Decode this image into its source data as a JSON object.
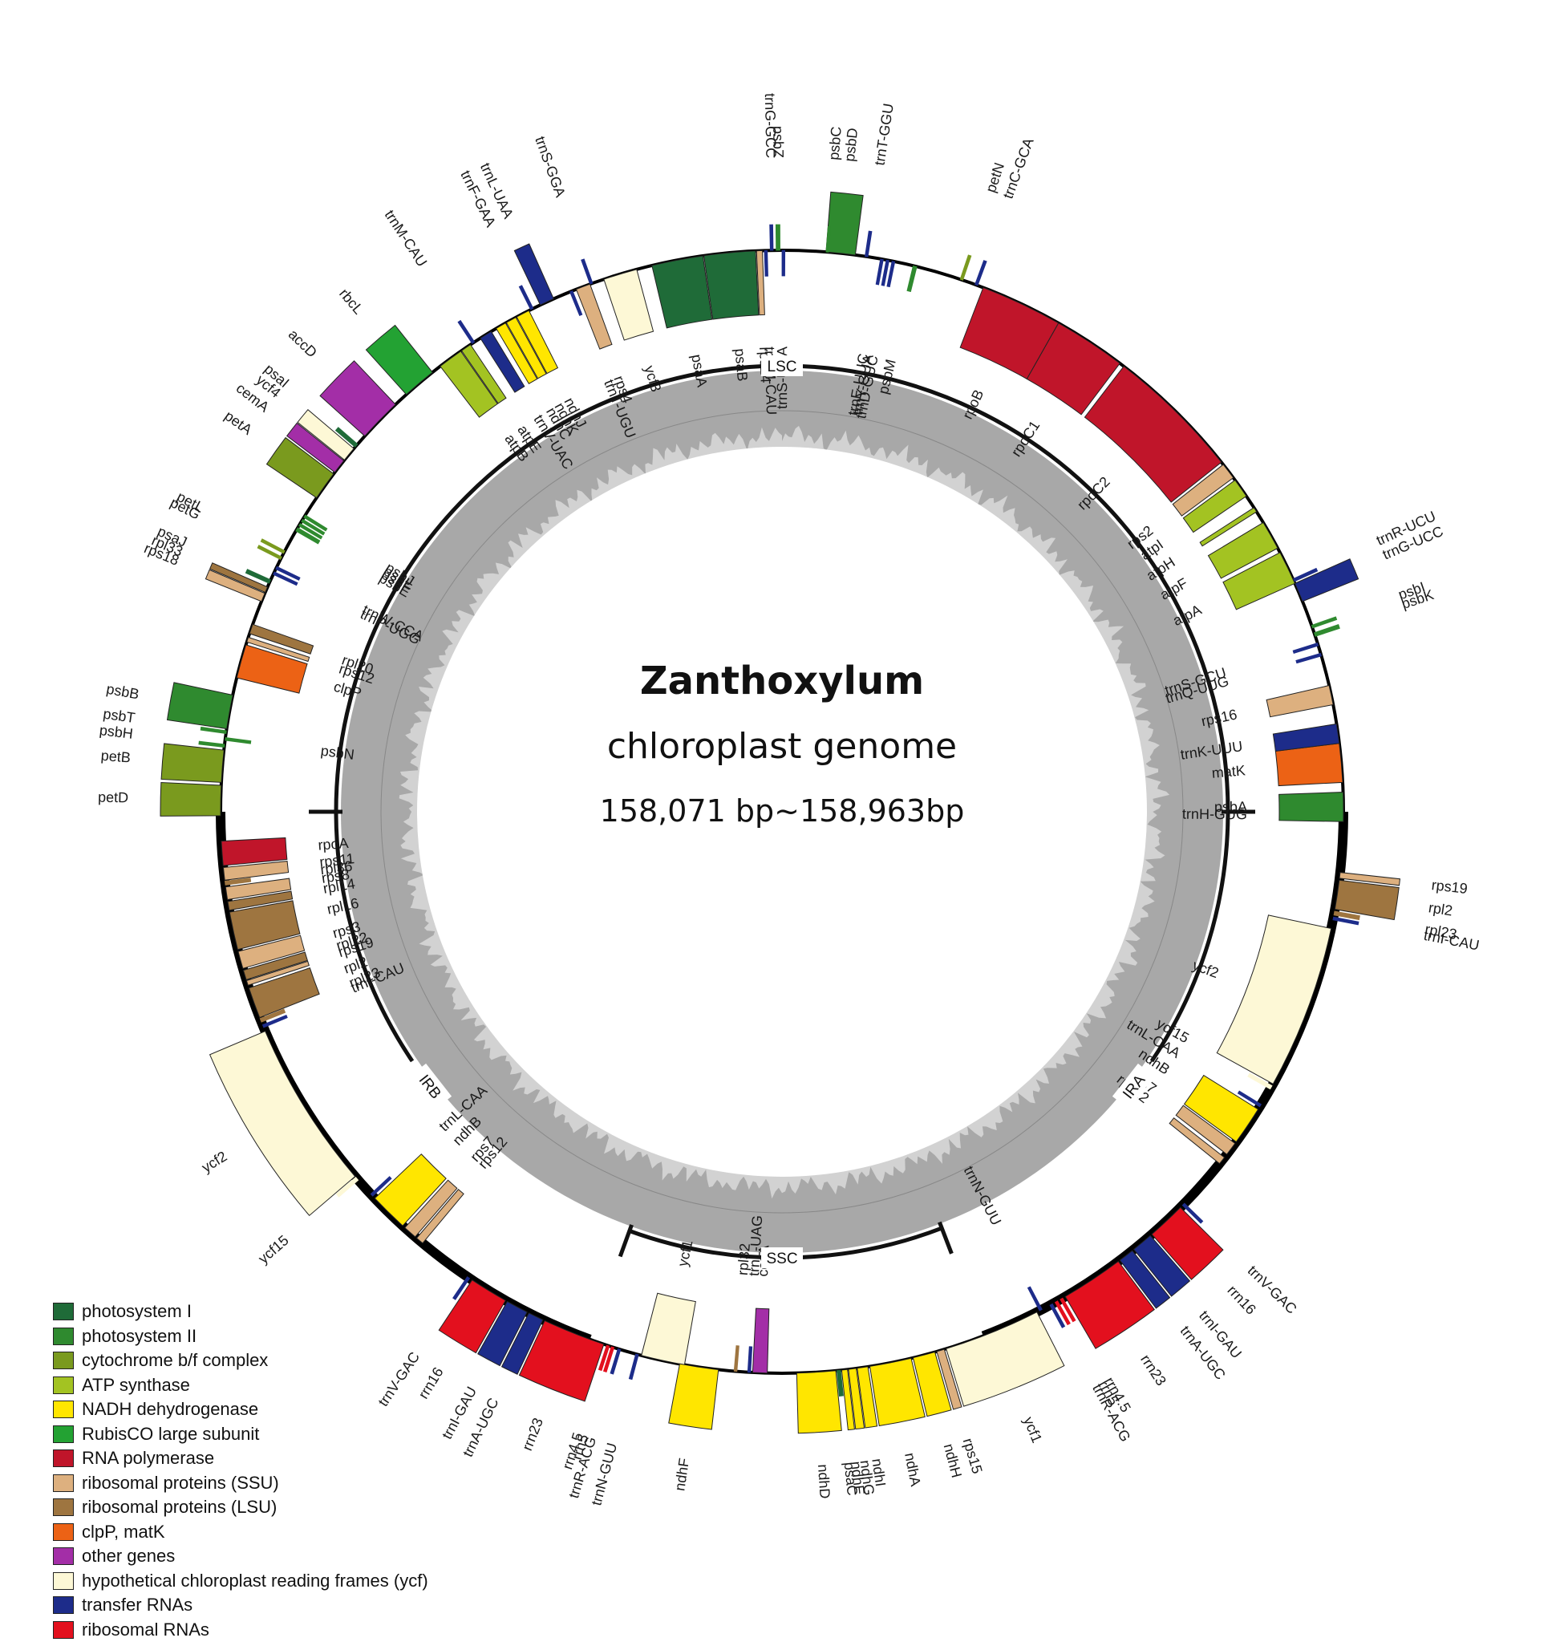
{
  "title": {
    "main": "Zanthoxylum",
    "sub": "chloroplast genome",
    "size": "158,071 bp~158,963bp"
  },
  "regions": [
    "LSC",
    "IRB",
    "SSC",
    "IRA"
  ],
  "categories": {
    "photosystem I": "#1f6b38",
    "photosystem II": "#2f8a2f",
    "cytochrome b/f complex": "#7a9a1e",
    "ATP synthase": "#a3c322",
    "NADH dehydrogenase": "#ffe600",
    "RubisCO large subunit": "#23a233",
    "RNA polymerase": "#c0152a",
    "ribosomal proteins (SSU)": "#ddb07f",
    "ribosomal proteins (LSU)": "#9e7540",
    "clpP, matK": "#ec6215",
    "other genes": "#a32ea7",
    "hypothetical chloroplast reading frames (ycf)": "#fdf8d6",
    "transfer RNAs": "#1d2c8a",
    "ribosomal RNAs": "#e3101e"
  },
  "legend": [
    "photosystem I",
    "photosystem II",
    "cytochrome b/f complex",
    "ATP synthase",
    "NADH dehydrogenase",
    "RubisCO large subunit",
    "RNA polymerase",
    "ribosomal proteins (SSU)",
    "ribosomal proteins (LSU)",
    "clpP, matK",
    "other genes",
    "hypothetical chloroplast reading frames (ycf)",
    "transfer RNAs",
    "ribosomal RNAs"
  ],
  "genes": [
    {
      "name": "trnH-GUG",
      "cat": "transfer RNAs",
      "a0": 0.3,
      "a1": 0.6,
      "side": "in"
    },
    {
      "name": "psbA",
      "cat": "photosystem II",
      "a0": 358.0,
      "a1": 361.0,
      "side": "in"
    },
    {
      "name": "matK",
      "cat": "clpP, matK",
      "a0": 353.0,
      "a1": 357.0,
      "side": "in"
    },
    {
      "name": "trnK-UUU",
      "cat": "transfer RNAs",
      "a0": 351.0,
      "a1": 353.0,
      "side": "in"
    },
    {
      "name": "rps16",
      "cat": "ribosomal proteins (SSU)",
      "a0": 347.0,
      "a1": 349.0,
      "side": "in"
    },
    {
      "name": "trnQ-UUG",
      "cat": "transfer RNAs",
      "a0": 343.6,
      "a1": 343.9,
      "side": "in"
    },
    {
      "name": "trnS-GCU",
      "cat": "transfer RNAs",
      "a0": 342.5,
      "a1": 342.8,
      "side": "in"
    },
    {
      "name": "psbK",
      "cat": "photosystem II",
      "a0": 341.4,
      "a1": 341.8,
      "side": "out"
    },
    {
      "name": "psbI",
      "cat": "photosystem II",
      "a0": 340.6,
      "a1": 340.9,
      "side": "out"
    },
    {
      "name": "trnG-UCC",
      "cat": "transfer RNAs",
      "a0": 336.0,
      "a1": 338.0,
      "side": "out"
    },
    {
      "name": "trnR-UCU",
      "cat": "transfer RNAs",
      "a0": 335.5,
      "a1": 335.8,
      "side": "out"
    },
    {
      "name": "atpA",
      "cat": "ATP synthase",
      "a0": 332.5,
      "a1": 336.0,
      "side": "in"
    },
    {
      "name": "atpF",
      "cat": "ATP synthase",
      "a0": 329.0,
      "a1": 332.0,
      "side": "in"
    },
    {
      "name": "atpH",
      "cat": "ATP synthase",
      "a0": 327.2,
      "a1": 327.7,
      "side": "in"
    },
    {
      "name": "atpI",
      "cat": "ATP synthase",
      "a0": 323.8,
      "a1": 325.8,
      "side": "in"
    },
    {
      "name": "rps2",
      "cat": "ribosomal proteins (SSU)",
      "a0": 321.8,
      "a1": 323.5,
      "side": "in"
    },
    {
      "name": "rpoC2",
      "cat": "RNA polymerase",
      "a0": 307.5,
      "a1": 321.5,
      "side": "in"
    },
    {
      "name": "rpoC1",
      "cat": "RNA polymerase",
      "a0": 299.5,
      "a1": 307.0,
      "side": "in"
    },
    {
      "name": "rpoB",
      "cat": "RNA polymerase",
      "a0": 291.0,
      "a1": 299.5,
      "side": "in"
    },
    {
      "name": "trnC-GCA",
      "cat": "transfer RNAs",
      "a0": 290.1,
      "a1": 290.4,
      "side": "out"
    },
    {
      "name": "petN",
      "cat": "cytochrome b/f complex",
      "a0": 288.5,
      "a1": 288.8,
      "side": "out"
    },
    {
      "name": "psbM",
      "cat": "photosystem II",
      "a0": 283.5,
      "a1": 283.9,
      "side": "in"
    },
    {
      "name": "trnD-GUC",
      "cat": "transfer RNAs",
      "a0": 281.3,
      "a1": 281.6,
      "side": "in"
    },
    {
      "name": "trnY-GUA",
      "cat": "transfer RNAs",
      "a0": 280.7,
      "a1": 281.0,
      "side": "in"
    },
    {
      "name": "trnE-UUC",
      "cat": "transfer RNAs",
      "a0": 280.1,
      "a1": 280.4,
      "side": "in"
    },
    {
      "name": "trnT-GGU",
      "cat": "transfer RNAs",
      "a0": 278.5,
      "a1": 278.8,
      "side": "out"
    },
    {
      "name": "psbD",
      "cat": "photosystem II",
      "a0": 274.5,
      "a1": 277.5,
      "side": "out"
    },
    {
      "name": "psbC",
      "cat": "photosystem II",
      "a0": 274.5,
      "a1": 274.5,
      "side": "out"
    },
    {
      "name": "trnS-UGA",
      "cat": "transfer RNAs",
      "a0": 270.0,
      "a1": 270.3,
      "side": "in"
    },
    {
      "name": "psbZ",
      "cat": "photosystem II",
      "a0": 269.4,
      "a1": 269.8,
      "side": "out"
    },
    {
      "name": "trnG-GCC",
      "cat": "transfer RNAs",
      "a0": 268.8,
      "a1": 269.1,
      "side": "out"
    },
    {
      "name": "trnfM-CAU",
      "cat": "transfer RNAs",
      "a0": 268.2,
      "a1": 268.5,
      "side": "in"
    },
    {
      "name": "rps14",
      "cat": "ribosomal proteins (SSU)",
      "a0": 267.4,
      "a1": 268.0,
      "side": "in"
    },
    {
      "name": "psaB",
      "cat": "photosystem I",
      "a0": 262.0,
      "a1": 267.3,
      "side": "in"
    },
    {
      "name": "psaA",
      "cat": "photosystem I",
      "a0": 256.6,
      "a1": 261.9,
      "side": "in"
    },
    {
      "name": "ycf3",
      "cat": "hypothetical chloroplast reading frames (ycf)",
      "a0": 251.5,
      "a1": 255.0,
      "side": "in"
    },
    {
      "name": "trnS-GGA",
      "cat": "transfer RNAs",
      "a0": 250.0,
      "a1": 250.3,
      "side": "out"
    },
    {
      "name": "rps4",
      "cat": "ribosomal proteins (SSU)",
      "a0": 248.5,
      "a1": 250.0,
      "side": "in"
    },
    {
      "name": "trnT-UGU",
      "cat": "transfer RNAs",
      "a0": 247.8,
      "a1": 248.1,
      "side": "in"
    },
    {
      "name": "trnL-UAA",
      "cat": "transfer RNAs",
      "a0": 244.5,
      "a1": 246.0,
      "side": "out"
    },
    {
      "name": "trnF-GAA",
      "cat": "transfer RNAs",
      "a0": 243.4,
      "a1": 243.7,
      "side": "out"
    },
    {
      "name": "ndhJ",
      "cat": "NADH dehydrogenase",
      "a0": 241.8,
      "a1": 243.2,
      "side": "in"
    },
    {
      "name": "ndhK",
      "cat": "NADH dehydrogenase",
      "a0": 240.6,
      "a1": 241.7,
      "side": "in"
    },
    {
      "name": "ndhC",
      "cat": "NADH dehydrogenase",
      "a0": 239.4,
      "a1": 240.5,
      "side": "in"
    },
    {
      "name": "trnV-UAC",
      "cat": "transfer RNAs",
      "a0": 237.5,
      "a1": 238.8,
      "side": "in"
    },
    {
      "name": "trnM-CAU",
      "cat": "transfer RNAs",
      "a0": 236.5,
      "a1": 236.8,
      "side": "out"
    },
    {
      "name": "atpE",
      "cat": "ATP synthase",
      "a0": 235.2,
      "a1": 236.3,
      "side": "in"
    },
    {
      "name": "atpB",
      "cat": "ATP synthase",
      "a0": 232.5,
      "a1": 235.1,
      "side": "in"
    },
    {
      "name": "rbcL",
      "cat": "RubisCO large subunit",
      "a0": 228.0,
      "a1": 231.5,
      "side": "out"
    },
    {
      "name": "accD",
      "cat": "other genes",
      "a0": 222.0,
      "a1": 226.5,
      "side": "out"
    },
    {
      "name": "psaI",
      "cat": "photosystem I",
      "a0": 220.5,
      "a1": 220.9,
      "side": "out"
    },
    {
      "name": "ycf4",
      "cat": "hypothetical chloroplast reading frames (ycf)",
      "a0": 218.8,
      "a1": 220.3,
      "side": "out"
    },
    {
      "name": "cemA",
      "cat": "other genes",
      "a0": 217.2,
      "a1": 218.7,
      "side": "out"
    },
    {
      "name": "petA",
      "cat": "cytochrome b/f complex",
      "a0": 214.0,
      "a1": 217.0,
      "side": "out"
    },
    {
      "name": "psbJ",
      "cat": "photosystem II",
      "a0": 211.6,
      "a1": 211.9,
      "side": "in"
    },
    {
      "name": "psbL",
      "cat": "photosystem II",
      "a0": 211.1,
      "a1": 211.4,
      "side": "in"
    },
    {
      "name": "psbF",
      "cat": "photosystem II",
      "a0": 210.6,
      "a1": 210.9,
      "side": "in"
    },
    {
      "name": "psbE",
      "cat": "photosystem II",
      "a0": 210.0,
      "a1": 210.4,
      "side": "in"
    },
    {
      "name": "petL",
      "cat": "cytochrome b/f complex",
      "a0": 207.4,
      "a1": 207.7,
      "side": "out"
    },
    {
      "name": "petG",
      "cat": "cytochrome b/f complex",
      "a0": 206.7,
      "a1": 207.0,
      "side": "out"
    },
    {
      "name": "trnW-CCA",
      "cat": "transfer RNAs",
      "a0": 205.6,
      "a1": 205.9,
      "side": "in"
    },
    {
      "name": "trnP-UGG",
      "cat": "transfer RNAs",
      "a0": 205.0,
      "a1": 205.3,
      "side": "in"
    },
    {
      "name": "psaJ",
      "cat": "photosystem I",
      "a0": 204.0,
      "a1": 204.4,
      "side": "out"
    },
    {
      "name": "rpl33",
      "cat": "ribosomal proteins (LSU)",
      "a0": 203.0,
      "a1": 203.6,
      "side": "out"
    },
    {
      "name": "rps18",
      "cat": "ribosomal proteins (SSU)",
      "a0": 202.0,
      "a1": 202.9,
      "side": "out"
    },
    {
      "name": "rpl20",
      "cat": "ribosomal proteins (LSU)",
      "a0": 198.5,
      "a1": 199.5,
      "side": "in"
    },
    {
      "name": "rps12",
      "cat": "ribosomal proteins (SSU)",
      "a0": 197.6,
      "a1": 198.1,
      "side": "in"
    },
    {
      "name": "clpP",
      "cat": "clpP, matK",
      "a0": 193.8,
      "a1": 197.3,
      "side": "in"
    },
    {
      "name": "psbB",
      "cat": "photosystem II",
      "a0": 188.5,
      "a1": 192.0,
      "side": "out"
    },
    {
      "name": "psbT",
      "cat": "photosystem II",
      "a0": 188.0,
      "a1": 188.3,
      "side": "out"
    },
    {
      "name": "psbN",
      "cat": "photosystem II",
      "a0": 187.3,
      "a1": 187.6,
      "side": "in"
    },
    {
      "name": "psbH",
      "cat": "photosystem II",
      "a0": 186.6,
      "a1": 186.9,
      "side": "out"
    },
    {
      "name": "petB",
      "cat": "cytochrome b/f complex",
      "a0": 183.0,
      "a1": 186.3,
      "side": "out"
    },
    {
      "name": "petD",
      "cat": "cytochrome b/f complex",
      "a0": 179.6,
      "a1": 182.7,
      "side": "out"
    },
    {
      "name": "rpoA",
      "cat": "RNA polymerase",
      "a0": 174.5,
      "a1": 177.0,
      "side": "in"
    },
    {
      "name": "rps11",
      "cat": "ribosomal proteins (SSU)",
      "a0": 173.0,
      "a1": 174.3,
      "side": "in"
    },
    {
      "name": "rpl36",
      "cat": "ribosomal proteins (LSU)",
      "a0": 172.5,
      "a1": 172.9,
      "side": "in"
    },
    {
      "name": "rps8",
      "cat": "ribosomal proteins (SSU)",
      "a0": 171.0,
      "a1": 172.3,
      "side": "in"
    },
    {
      "name": "rpl14",
      "cat": "ribosomal proteins (LSU)",
      "a0": 169.9,
      "a1": 170.8,
      "side": "in"
    },
    {
      "name": "rpl16",
      "cat": "ribosomal proteins (LSU)",
      "a0": 165.8,
      "a1": 169.7,
      "side": "in"
    },
    {
      "name": "rps3",
      "cat": "ribosomal proteins (SSU)",
      "a0": 163.8,
      "a1": 165.6,
      "side": "in"
    },
    {
      "name": "rpl22",
      "cat": "ribosomal proteins (LSU)",
      "a0": 162.6,
      "a1": 163.6,
      "side": "in"
    },
    {
      "name": "rps19",
      "cat": "ribosomal proteins (SSU)",
      "a0": 162.0,
      "a1": 162.5,
      "side": "in"
    },
    {
      "name": "rpl2",
      "cat": "ribosomal proteins (LSU)",
      "a0": 158.5,
      "a1": 161.7,
      "side": "in"
    },
    {
      "name": "rpl23",
      "cat": "ribosomal proteins (LSU)",
      "a0": 158.0,
      "a1": 158.4,
      "side": "in"
    },
    {
      "name": "trnI-CAU",
      "cat": "transfer RNAs",
      "a0": 157.4,
      "a1": 157.7,
      "side": "in"
    },
    {
      "name": "ycf2",
      "cat": "hypothetical chloroplast reading frames (ycf)",
      "a0": 139.5,
      "a1": 157.0,
      "side": "out"
    },
    {
      "name": "ycf15",
      "cat": "hypothetical chloroplast reading frames (ycf)",
      "a0": 139.0,
      "a1": 139.4,
      "side": "out"
    },
    {
      "name": "trnL-CAA",
      "cat": "transfer RNAs",
      "a0": 136.8,
      "a1": 137.1,
      "side": "in"
    },
    {
      "name": "ndhB",
      "cat": "NADH dehydrogenase",
      "a0": 132.5,
      "a1": 136.5,
      "side": "in"
    },
    {
      "name": "rps7",
      "cat": "ribosomal proteins (SSU)",
      "a0": 130.8,
      "a1": 132.2,
      "side": "in"
    },
    {
      "name": "rps12",
      "cat": "ribosomal proteins (SSU)",
      "a0": 129.8,
      "a1": 130.6,
      "side": "in"
    },
    {
      "name": "trnV-GAC",
      "cat": "transfer RNAs",
      "a0": 123.8,
      "a1": 124.1,
      "side": "out"
    },
    {
      "name": "rrn16",
      "cat": "ribosomal RNAs",
      "a0": 119.5,
      "a1": 123.5,
      "side": "out"
    },
    {
      "name": "trnI-GAU",
      "cat": "transfer RNAs",
      "a0": 117.0,
      "a1": 119.3,
      "side": "out"
    },
    {
      "name": "trnA-UGC",
      "cat": "transfer RNAs",
      "a0": 115.2,
      "a1": 116.8,
      "side": "out"
    },
    {
      "name": "rrn23",
      "cat": "ribosomal RNAs",
      "a0": 108.5,
      "a1": 115.0,
      "side": "out"
    },
    {
      "name": "rrn4.5",
      "cat": "ribosomal RNAs",
      "a0": 107.9,
      "a1": 108.2,
      "side": "out"
    },
    {
      "name": "rrn5",
      "cat": "ribosomal RNAs",
      "a0": 107.4,
      "a1": 107.7,
      "side": "out"
    },
    {
      "name": "trnR-ACG",
      "cat": "transfer RNAs",
      "a0": 106.7,
      "a1": 107.0,
      "side": "out"
    },
    {
      "name": "trnN-GUU",
      "cat": "transfer RNAs",
      "a0": 104.8,
      "a1": 105.1,
      "side": "out"
    },
    {
      "name": "ycf1",
      "cat": "hypothetical chloroplast reading frames (ycf)",
      "a0": 100.0,
      "a1": 104.5,
      "side": "in"
    },
    {
      "name": "ndhF",
      "cat": "NADH dehydrogenase",
      "a0": 96.5,
      "a1": 100.5,
      "side": "out"
    },
    {
      "name": "rpl32",
      "cat": "ribosomal proteins (LSU)",
      "a0": 94.6,
      "a1": 94.9,
      "side": "in"
    },
    {
      "name": "trnL-UAG",
      "cat": "transfer RNAs",
      "a0": 93.2,
      "a1": 93.5,
      "side": "in"
    },
    {
      "name": "ccsA",
      "cat": "other genes",
      "a0": 91.5,
      "a1": 93.0,
      "side": "in"
    },
    {
      "name": "ndhD",
      "cat": "NADH dehydrogenase",
      "a0": 84.5,
      "a1": 88.5,
      "side": "out"
    },
    {
      "name": "psaC",
      "cat": "photosystem I",
      "a0": 84.0,
      "a1": 84.4,
      "side": "out"
    },
    {
      "name": "ndhE",
      "cat": "NADH dehydrogenase",
      "a0": 83.3,
      "a1": 83.9,
      "side": "out"
    },
    {
      "name": "ndhG",
      "cat": "NADH dehydrogenase",
      "a0": 82.4,
      "a1": 83.2,
      "side": "out"
    },
    {
      "name": "ndhI",
      "cat": "NADH dehydrogenase",
      "a0": 81.2,
      "a1": 82.3,
      "side": "out"
    },
    {
      "name": "ndhA",
      "cat": "NADH dehydrogenase",
      "a0": 76.7,
      "a1": 81.0,
      "side": "out"
    },
    {
      "name": "ndhH",
      "cat": "NADH dehydrogenase",
      "a0": 74.2,
      "a1": 76.5,
      "side": "out"
    },
    {
      "name": "rps15",
      "cat": "ribosomal proteins (SSU)",
      "a0": 73.2,
      "a1": 74.0,
      "side": "out"
    },
    {
      "name": "ycf1",
      "cat": "hypothetical chloroplast reading frames (ycf)",
      "a0": 63.0,
      "a1": 73.0,
      "side": "out"
    },
    {
      "name": "trnN-GUU",
      "cat": "transfer RNAs",
      "a0": 62.4,
      "a1": 62.7,
      "side": "in"
    },
    {
      "name": "trnR-ACG",
      "cat": "transfer RNAs",
      "a0": 61.2,
      "a1": 61.5,
      "side": "out"
    },
    {
      "name": "rrn5",
      "cat": "ribosomal RNAs",
      "a0": 60.6,
      "a1": 60.9,
      "side": "out"
    },
    {
      "name": "rrn4.5",
      "cat": "ribosomal RNAs",
      "a0": 60.0,
      "a1": 60.3,
      "side": "out"
    },
    {
      "name": "rrn23",
      "cat": "ribosomal RNAs",
      "a0": 53.2,
      "a1": 59.7,
      "side": "out"
    },
    {
      "name": "trnA-UGC",
      "cat": "transfer RNAs",
      "a0": 51.4,
      "a1": 53.0,
      "side": "out"
    },
    {
      "name": "trnI-GAU",
      "cat": "transfer RNAs",
      "a0": 49.0,
      "a1": 51.2,
      "side": "out"
    },
    {
      "name": "rrn16",
      "cat": "ribosomal RNAs",
      "a0": 44.8,
      "a1": 48.8,
      "side": "out"
    },
    {
      "name": "trnV-GAC",
      "cat": "transfer RNAs",
      "a0": 44.2,
      "a1": 44.5,
      "side": "out"
    },
    {
      "name": "rps12",
      "cat": "ribosomal proteins (SSU)",
      "a0": 38.0,
      "a1": 38.8,
      "side": "in"
    },
    {
      "name": "rps7",
      "cat": "ribosomal proteins (SSU)",
      "a0": 36.2,
      "a1": 37.6,
      "side": "in"
    },
    {
      "name": "ndhB",
      "cat": "NADH dehydrogenase",
      "a0": 32.0,
      "a1": 36.0,
      "side": "in"
    },
    {
      "name": "trnL-CAA",
      "cat": "transfer RNAs",
      "a0": 31.4,
      "a1": 31.7,
      "side": "in"
    },
    {
      "name": "ycf15",
      "cat": "hypothetical chloroplast reading frames (ycf)",
      "a0": 29.2,
      "a1": 29.6,
      "side": "in"
    },
    {
      "name": "ycf2",
      "cat": "hypothetical chloroplast reading frames (ycf)",
      "a0": 12.0,
      "a1": 29.0,
      "side": "in"
    },
    {
      "name": "trnI-CAU",
      "cat": "transfer RNAs",
      "a0": 10.8,
      "a1": 11.1,
      "side": "out"
    },
    {
      "name": "rpl23",
      "cat": "ribosomal proteins (LSU)",
      "a0": 10.2,
      "a1": 10.6,
      "side": "out"
    },
    {
      "name": "rpl2",
      "cat": "ribosomal proteins (LSU)",
      "a0": 7.0,
      "a1": 10.0,
      "side": "out"
    },
    {
      "name": "rps19",
      "cat": "ribosomal proteins (SSU)",
      "a0": 6.2,
      "a1": 6.8,
      "side": "out"
    }
  ]
}
